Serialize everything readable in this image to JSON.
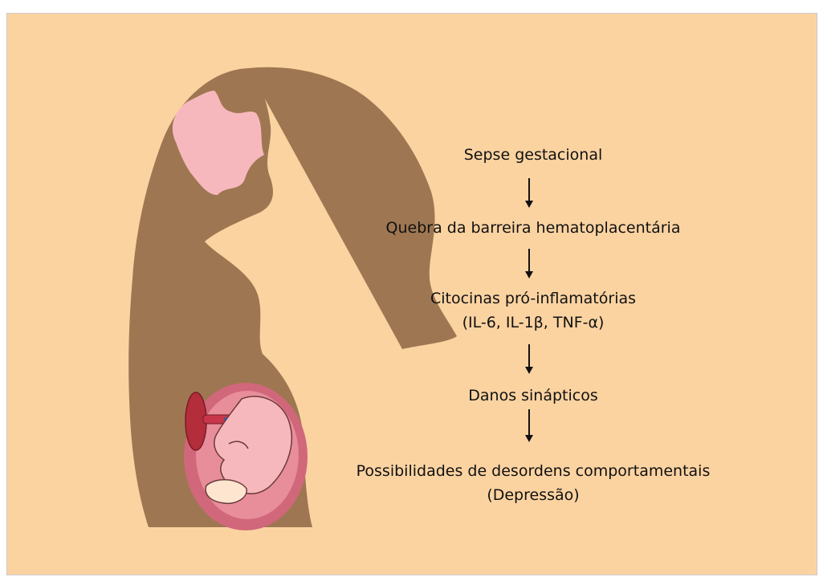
{
  "figure": {
    "colors": {
      "background": "#fbd3a1",
      "silhouette": "#9e7752",
      "skin": "#f7b8bd",
      "uterus": "#d1677a",
      "placenta": "#b42d3b",
      "text": "#111111"
    },
    "steps": [
      {
        "lines": [
          "Sepse gestacional"
        ]
      },
      {
        "lines": [
          "Quebra da barreira hematoplacentária"
        ]
      },
      {
        "lines": [
          "Citocinas pró-inflamatórias",
          "(IL-6, IL-1β, TNF-α)"
        ]
      },
      {
        "lines": [
          "Danos sinápticos"
        ]
      },
      {
        "lines": [
          "Possibilidades de desordens comportamentais",
          "(Depressão)"
        ]
      }
    ],
    "arrow_icon": "down-arrow-icon"
  }
}
